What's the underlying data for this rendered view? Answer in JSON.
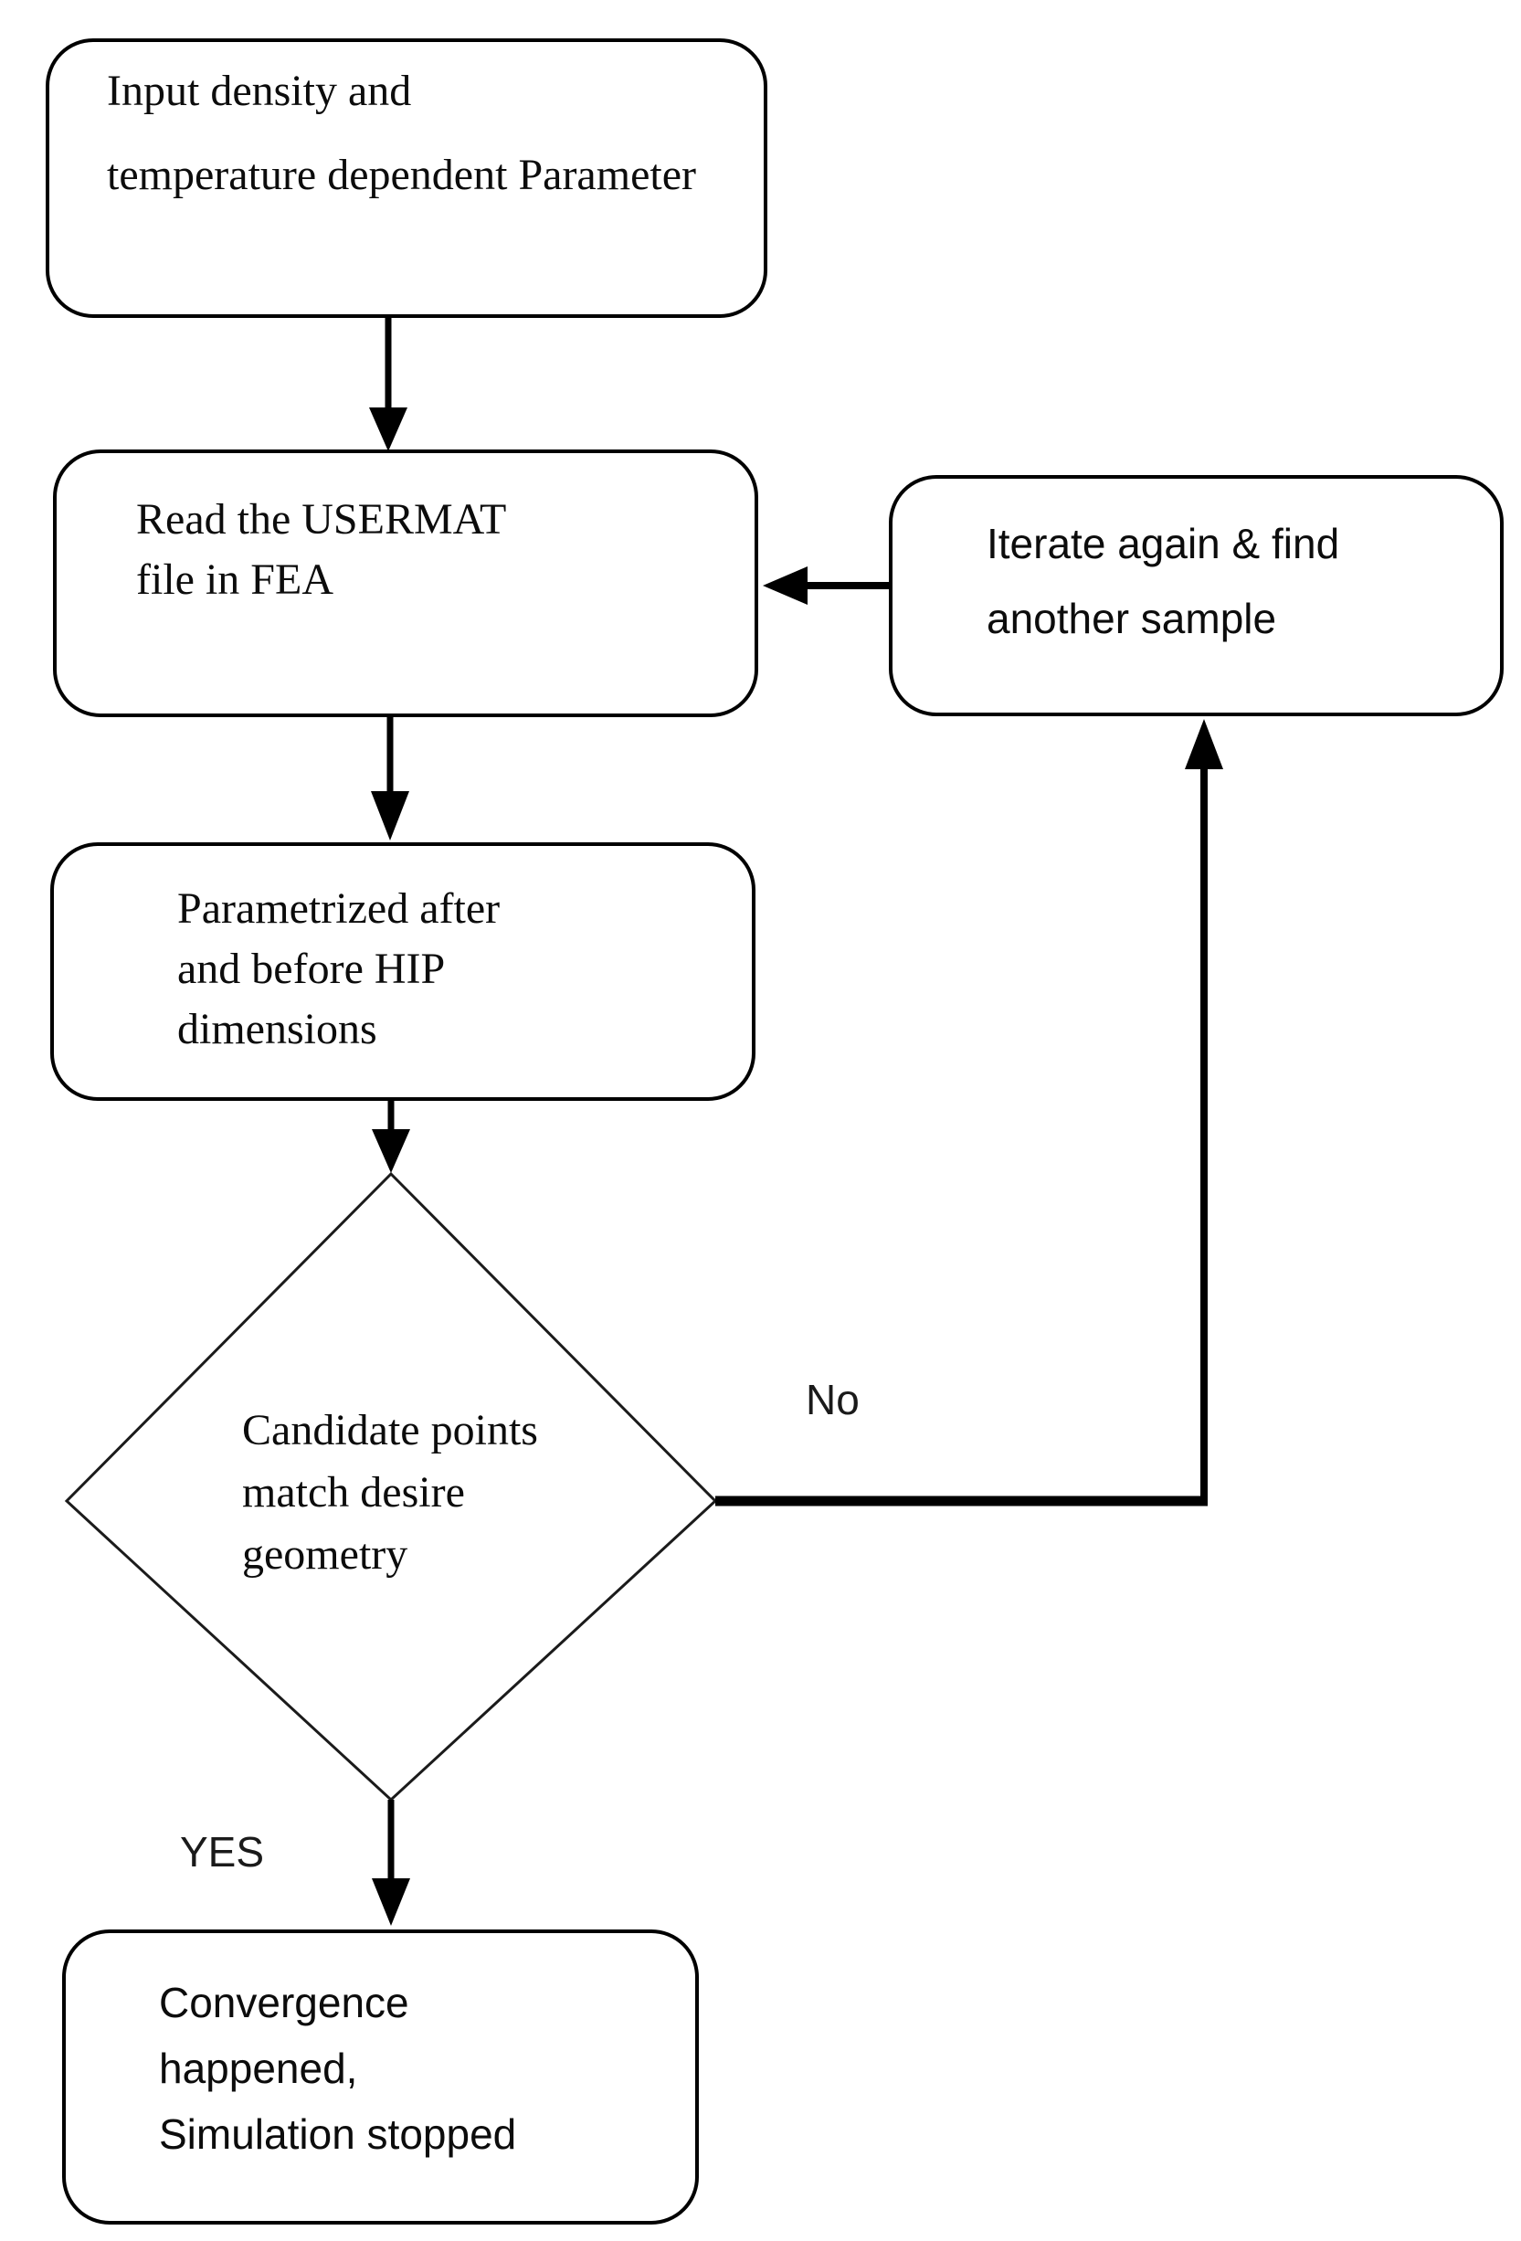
{
  "flowchart": {
    "nodes": {
      "input": {
        "type": "rounded-rect",
        "line1": "Input density and",
        "line2": "temperature dependent Parameter"
      },
      "read": {
        "type": "rounded-rect",
        "line1": "Read the USERMAT",
        "line2": "file in FEA"
      },
      "param": {
        "type": "rounded-rect",
        "line1": "Parametrized after",
        "line2": "and before HIP",
        "line3": "dimensions"
      },
      "decision": {
        "type": "diamond",
        "line1": "Candidate points",
        "line2": "match desire",
        "line3": "geometry"
      },
      "iterate": {
        "type": "rounded-rect",
        "line1": "Iterate again & find",
        "line2": "another sample"
      },
      "convergence": {
        "type": "rounded-rect",
        "line1": "Convergence",
        "line2": "happened,",
        "line3": "Simulation stopped"
      }
    },
    "labels": {
      "no": "No",
      "yes": "YES"
    },
    "colors": {
      "line": "#000000",
      "diamond_stroke": "#1b1b1b",
      "background": "#ffffff",
      "text": "#0c0c0c"
    }
  }
}
